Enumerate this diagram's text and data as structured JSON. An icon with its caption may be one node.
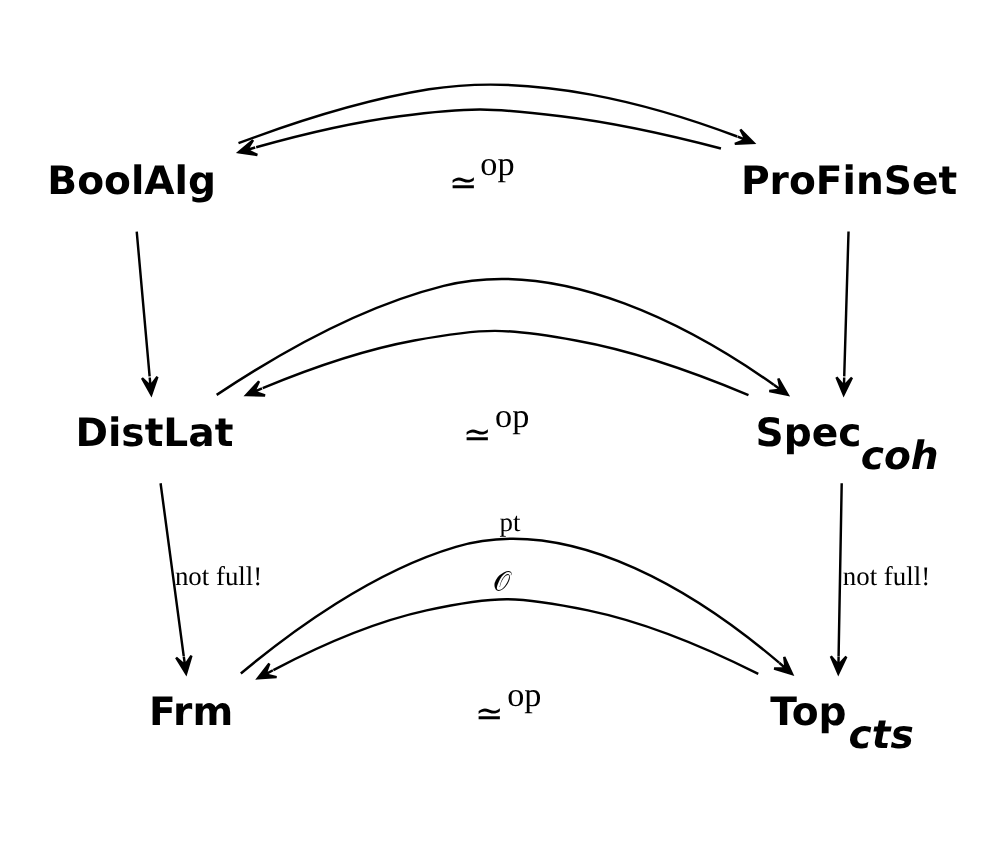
{
  "diagram": {
    "nodes": [
      {
        "text": [
          "BoolAlg"
        ]
      },
      {
        "text": [
          "ProFinSet"
        ]
      },
      {
        "text": [
          "DistLat"
        ]
      },
      {
        "text": [
          "Spec$_{coh}$"
        ]
      },
      {
        "text": [
          "Frm"
        ]
      },
      {
        "text": [
          "Top$_{cts}$"
        ]
      }
    ],
    "edges": [
      {
        "from": 1,
        "to": 0,
        "arrow": "to"
      },
      {
        "from": 0,
        "to": 1,
        "arrow": "to"
      },
      {
        "from": 0,
        "to": 2,
        "arrow": "to"
      },
      {
        "from": 1,
        "to": 3,
        "arrow": "to"
      },
      {
        "from": 3,
        "to": 2,
        "arrow": "to"
      },
      {
        "from": 2,
        "to": 3,
        "arrow": "to"
      },
      {
        "from": 2,
        "to": 4,
        "arrow": "to",
        "label": "not full!"
      },
      {
        "from": 3,
        "to": 5,
        "arrow": "to",
        "label": "not full!"
      },
      {
        "from": 5,
        "to": 4,
        "arrow": "to",
        "label": "𝒪"
      },
      {
        "from": 4,
        "to": 5,
        "arrow": "to",
        "label": "pt"
      }
    ],
    "labels": [
      "≃$^{op}$",
      "≃$^{op}$",
      "≃$^{op}$"
    ]
  }
}
